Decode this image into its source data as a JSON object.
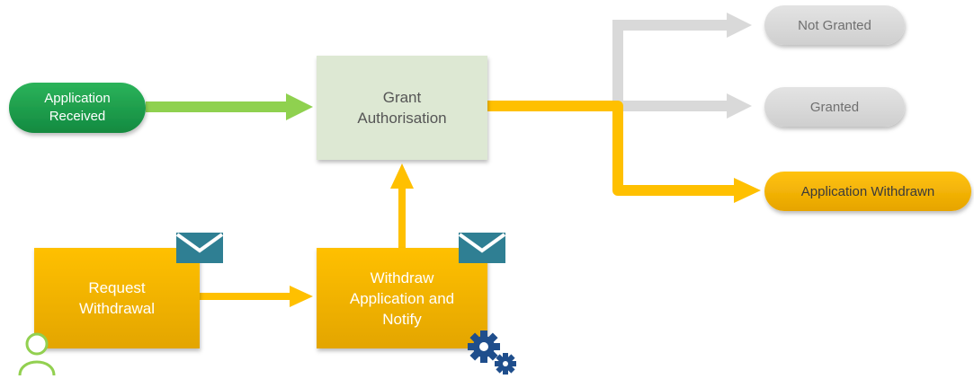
{
  "nodes": {
    "application_received": "Application\nReceived",
    "grant_authorisation": "Grant\nAuthorisation",
    "not_granted": "Not Granted",
    "granted": "Granted",
    "application_withdrawn": "Application Withdrawn",
    "request_withdrawal": "Request\nWithdrawal",
    "withdraw_notify": "Withdraw\nApplication and\nNotify"
  },
  "icons": {
    "message": "envelope-icon",
    "user": "user-icon",
    "service": "gears-icon"
  },
  "colors": {
    "start_green": "#1a9b4b",
    "flow_green": "#8fd14f",
    "task_neutral": "#dde8d3",
    "flow_active": "#ffc000",
    "task_active": "#f4b400",
    "end_active": "#f2ae00",
    "inactive": "#d9d9d9",
    "envelope": "#2f7f93",
    "gear": "#1f4e8c",
    "user_outline": "#92d050"
  }
}
